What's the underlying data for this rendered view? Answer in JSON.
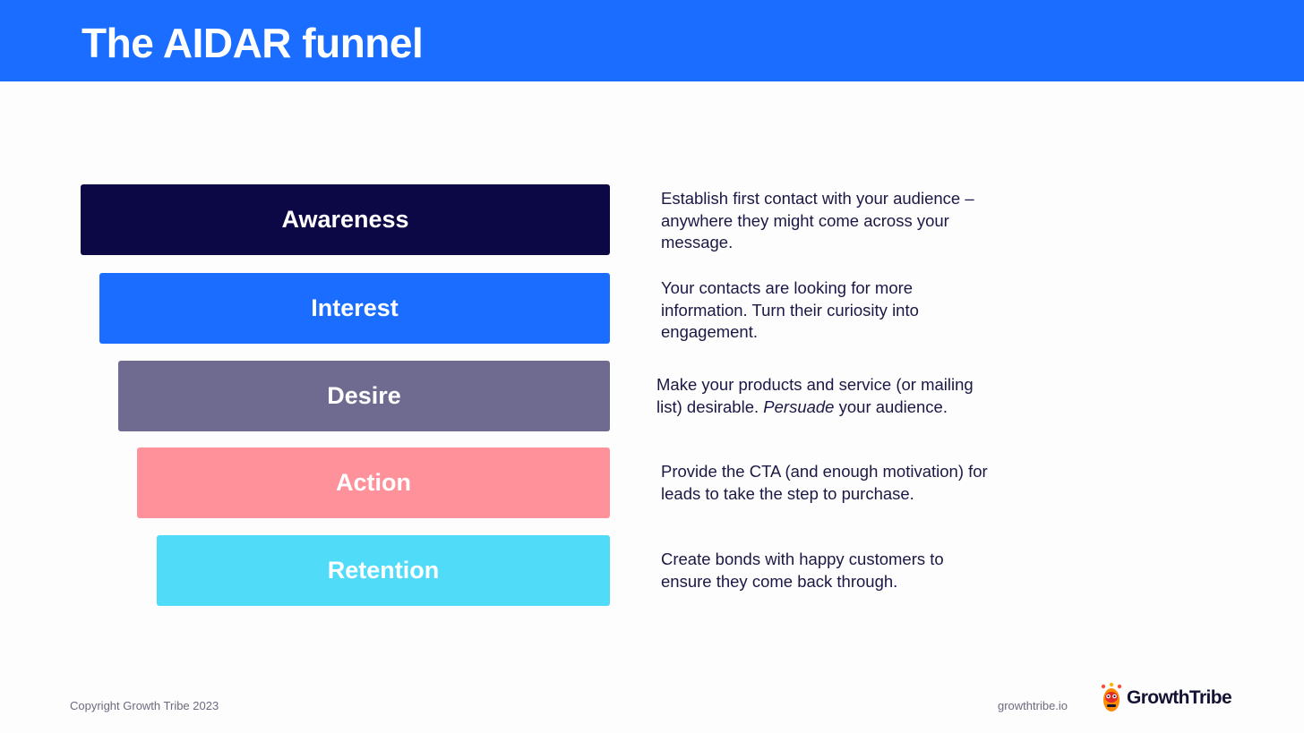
{
  "header": {
    "title": "The AIDAR funnel"
  },
  "stages": [
    {
      "label": "Awareness",
      "color": "#0c0745",
      "description": "Establish first contact with your audience – anywhere they might come across your message."
    },
    {
      "label": "Interest",
      "color": "#1a6dff",
      "description": "Your contacts are looking for more information. Turn their curiosity into engagement."
    },
    {
      "label": "Desire",
      "color": "#6f6a8f",
      "description_before": "Make your products and service (or mailing list) desirable.",
      "description_emphasis": "Persuade",
      "description_after": "your audience."
    },
    {
      "label": "Action",
      "color": "#ff919b",
      "description": "Provide the CTA (and enough motivation) for leads to take the step to purchase."
    },
    {
      "label": "Retention",
      "color": "#50dbf8",
      "description": "Create bonds with happy customers to ensure they come back through."
    }
  ],
  "footer": {
    "copyright": "Copyright Growth Tribe 2023",
    "url": "growthtribe.io",
    "logo_text": "GrowthTribe",
    "logo_icon": "tribal-mask-icon"
  },
  "colors": {
    "header_bg": "#1a6dff",
    "text_dark": "#1b1845",
    "footer_text": "#6b6b7e"
  }
}
